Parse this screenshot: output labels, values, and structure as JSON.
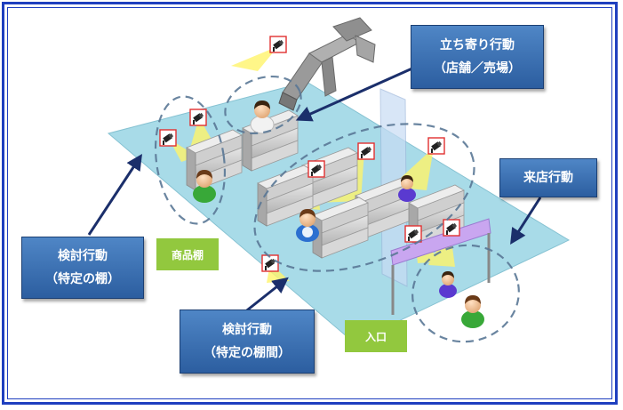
{
  "callouts": {
    "drop_in": {
      "line1": "立ち寄り行動",
      "line2": "（店舗／売場）"
    },
    "visit": {
      "line1": "来店行動"
    },
    "consider_shelf": {
      "line1": "検討行動",
      "line2": "（特定の棚）"
    },
    "consider_between": {
      "line1": "検討行動",
      "line2": "（特定の棚間）"
    }
  },
  "labels": {
    "shelf": "商品棚",
    "entrance": "入口"
  },
  "colors": {
    "frame": "#1f3fbf",
    "floor": "#a8dbe8",
    "callout": "#3a6fb3",
    "tag": "#92c83e",
    "camera_view": "#fff46a",
    "arrow": "#1b2f6b",
    "gate": "#c9a6f0"
  },
  "icons": [
    "camera-icon",
    "person-icon",
    "robot-arm-icon",
    "shelf-unit",
    "entrance-gate"
  ]
}
